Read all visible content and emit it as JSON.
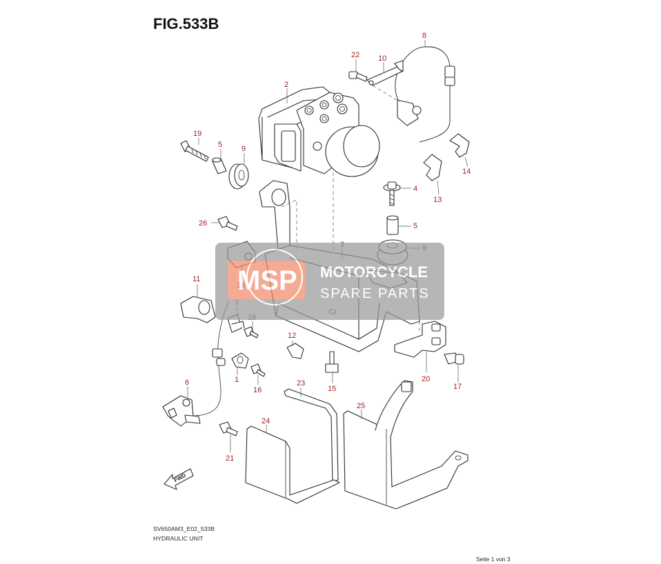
{
  "header": {
    "title": "FIG.533B"
  },
  "footer": {
    "code": "SV650AM3_E02_533B",
    "description": "HYDRAULIC UNIT",
    "page": "Seite 1 von 3"
  },
  "watermark": {
    "brand": "MOTORCYCLE",
    "sub": "SPARE PARTS",
    "logo": "MSP"
  },
  "direction_marker": "FWD",
  "callouts": {
    "n1": "1",
    "n2": "2",
    "n3": "3",
    "n4": "4",
    "n5a": "5",
    "n5b": "5",
    "n6": "6",
    "n7": "7",
    "n8": "8",
    "n9a": "9",
    "n9b": "9",
    "n10": "10",
    "n11": "11",
    "n12": "12",
    "n13": "13",
    "n14": "14",
    "n15": "15",
    "n16a": "16",
    "n16b": "16",
    "n17": "17",
    "n18": "18",
    "n19": "19",
    "n20": "20",
    "n21": "21",
    "n22": "22",
    "n23": "23",
    "n24": "24",
    "n25": "25",
    "n26": "26"
  },
  "colors": {
    "callout": "#a31f1f",
    "line": "#2b2b2b",
    "watermark": "#9a9a9a",
    "watermark_accent": "#f08a6a"
  }
}
